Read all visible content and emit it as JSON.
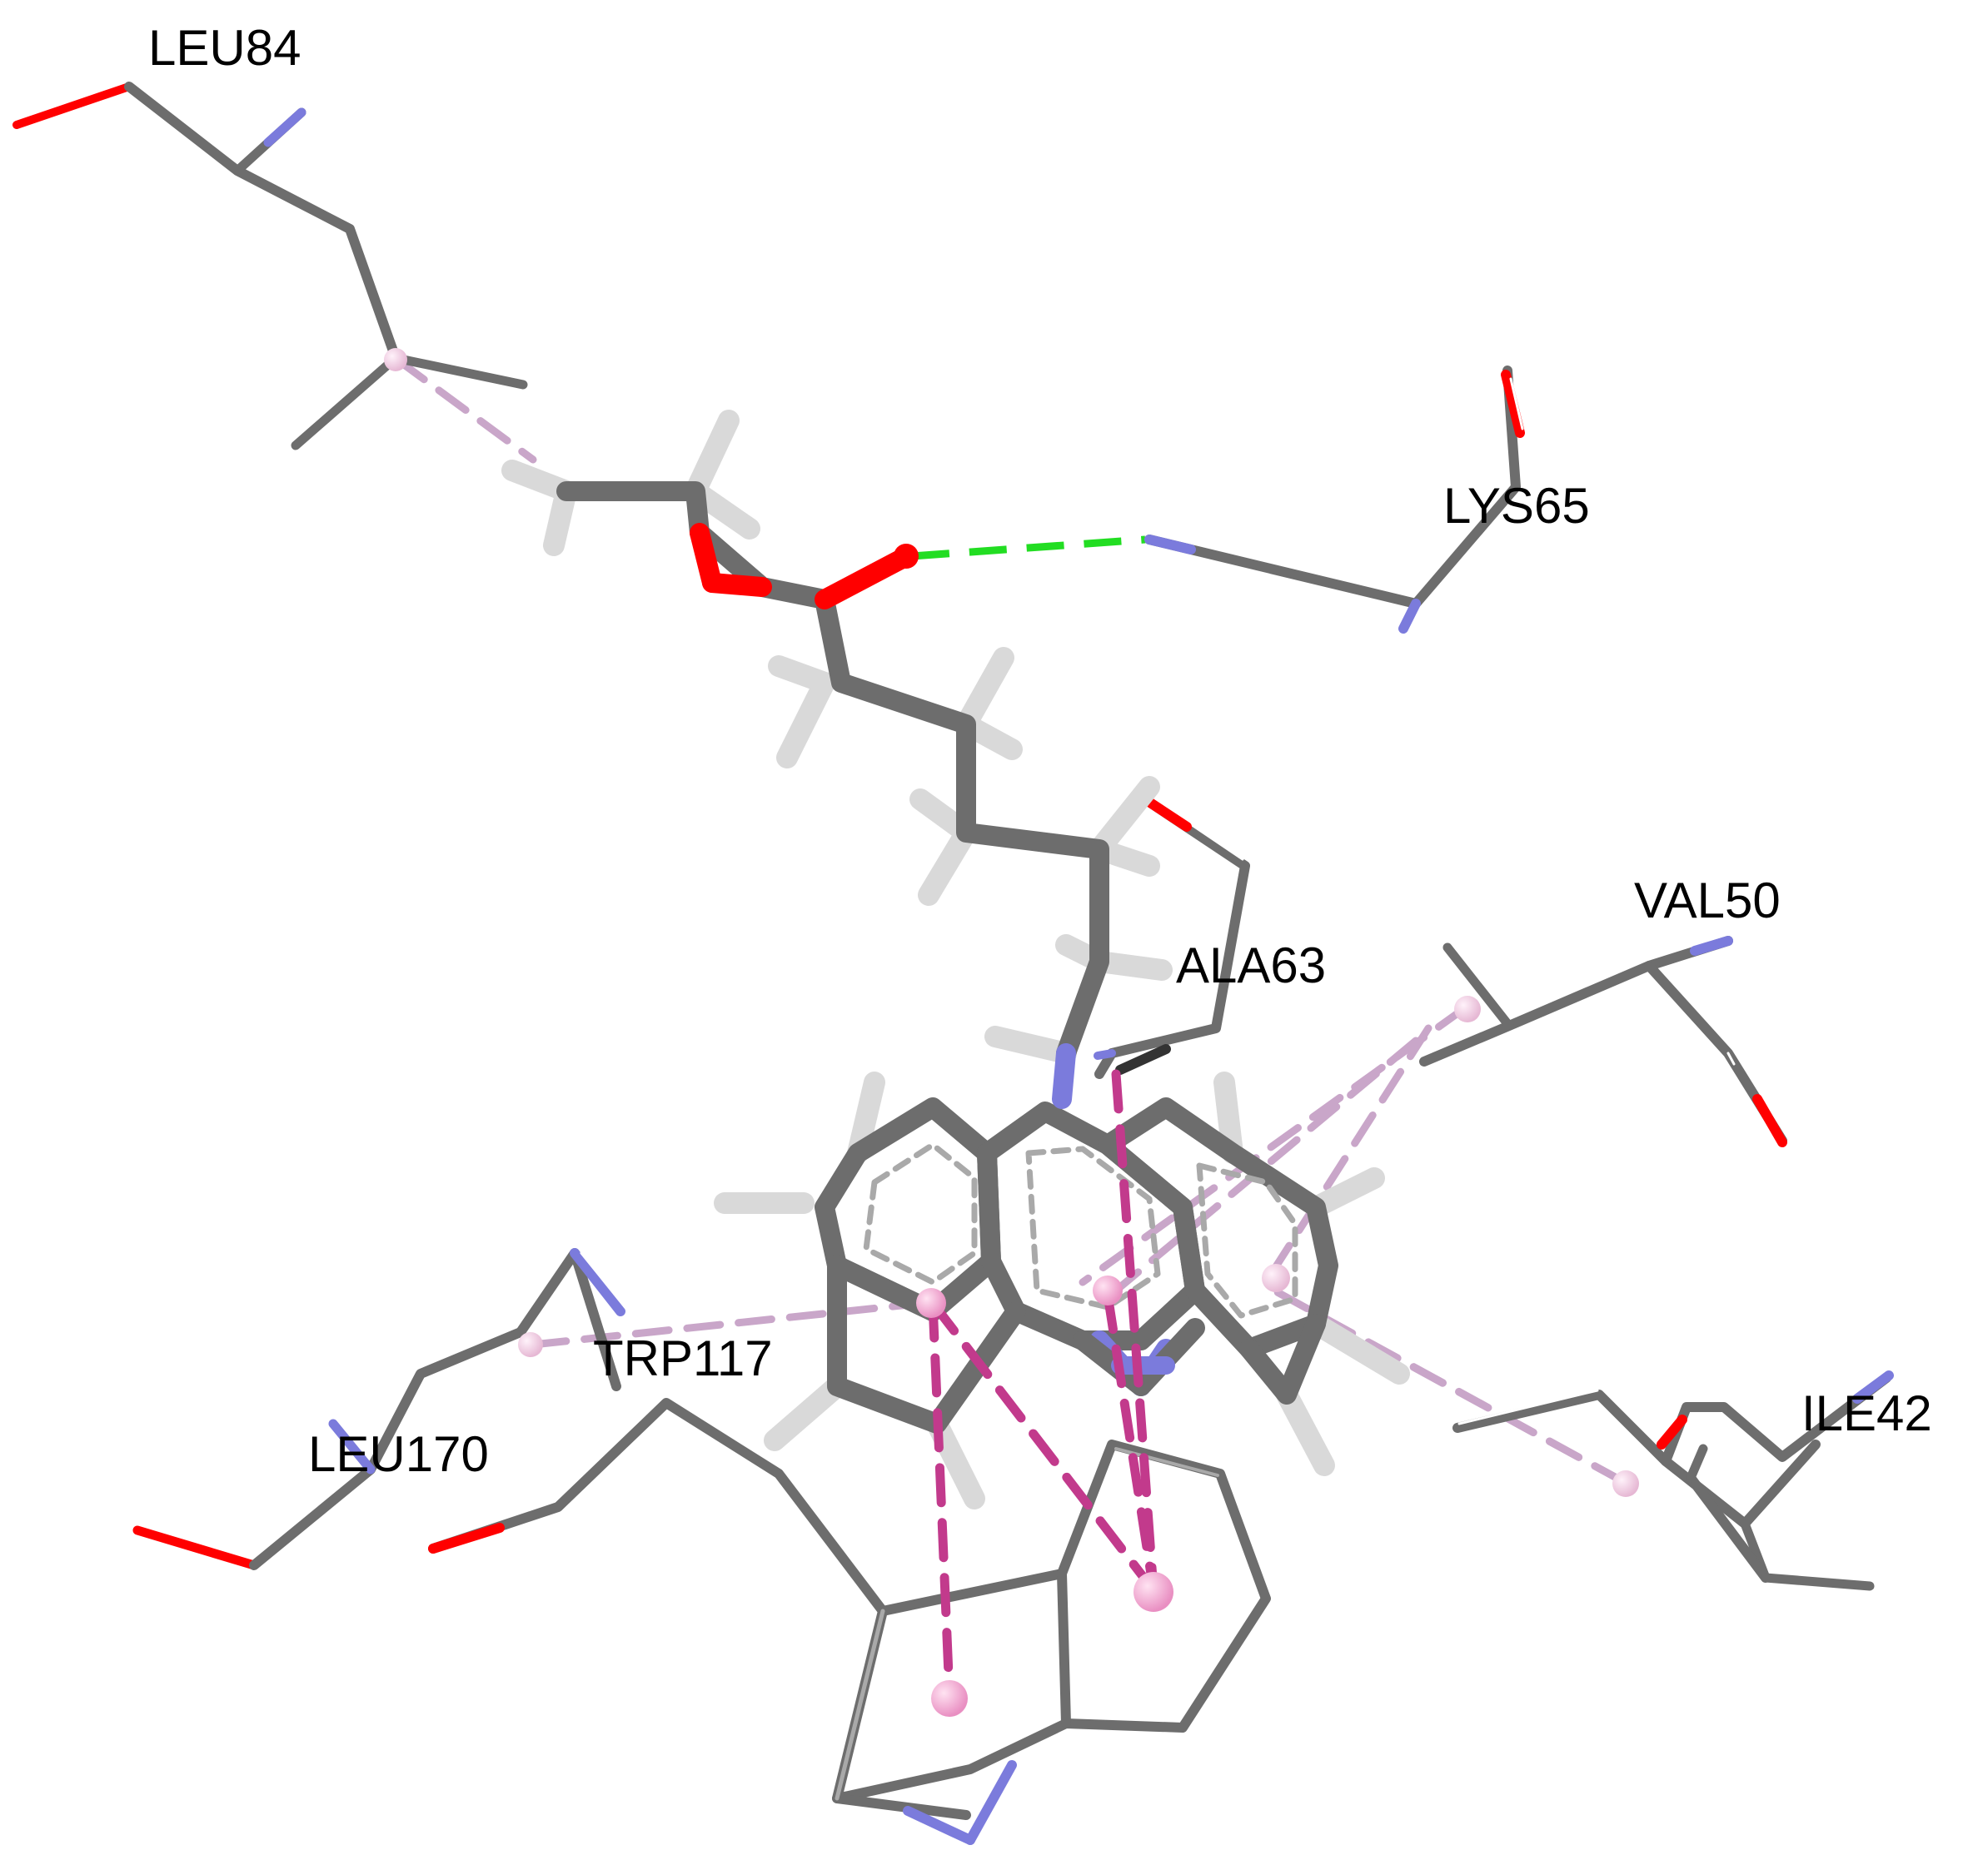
{
  "residues": {
    "leu84": "LEU84",
    "lys65": "LYS65",
    "val50": "VAL50",
    "ala63": "ALA63",
    "trp117": "TRP117",
    "leu170": "LEU170",
    "ile42": "ILE42"
  },
  "colors": {
    "background": "#ffffff",
    "carbon": "#6d6d6d",
    "carbon_light": "#a9a9a9",
    "hydrogen": "#d9d9d9",
    "oxygen": "#ff0000",
    "nitrogen": "#7b7bdc",
    "hbond": "#22dd22",
    "pi_interaction": "#c23a8c",
    "alkyl_interaction": "#c9a6c9",
    "centroid": "#f5b3d8",
    "label": "#000000"
  }
}
